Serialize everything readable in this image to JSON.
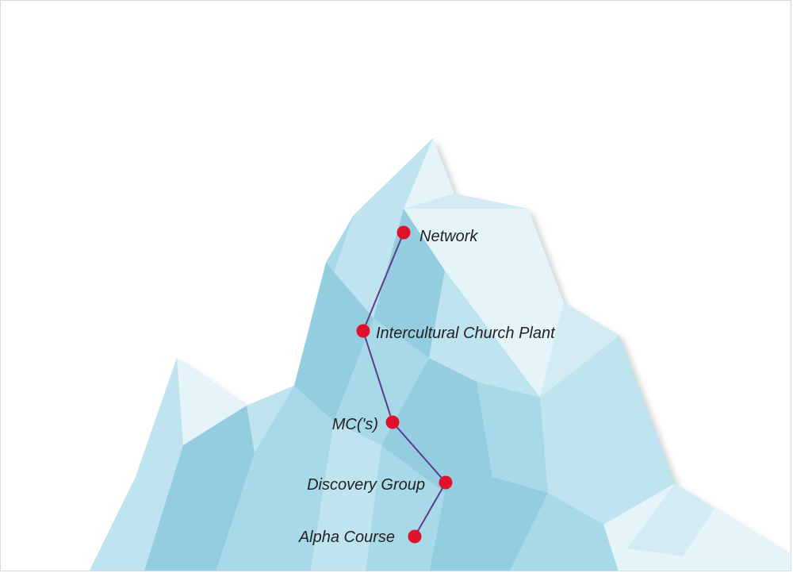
{
  "colors": {
    "ice_light": "#e4f4f9",
    "ice_mid": "#bfe3ef",
    "ice_main": "#a8d9e8",
    "ice_dark": "#94cde0",
    "dot": "#e0122b",
    "connector": "#5b3c8c",
    "text": "#222222"
  },
  "stages": [
    {
      "label": "Network"
    },
    {
      "label": "Intercultural Church Plant"
    },
    {
      "label": "MC('s)"
    },
    {
      "label": "Discovery Group"
    },
    {
      "label": "Alpha Course"
    }
  ]
}
